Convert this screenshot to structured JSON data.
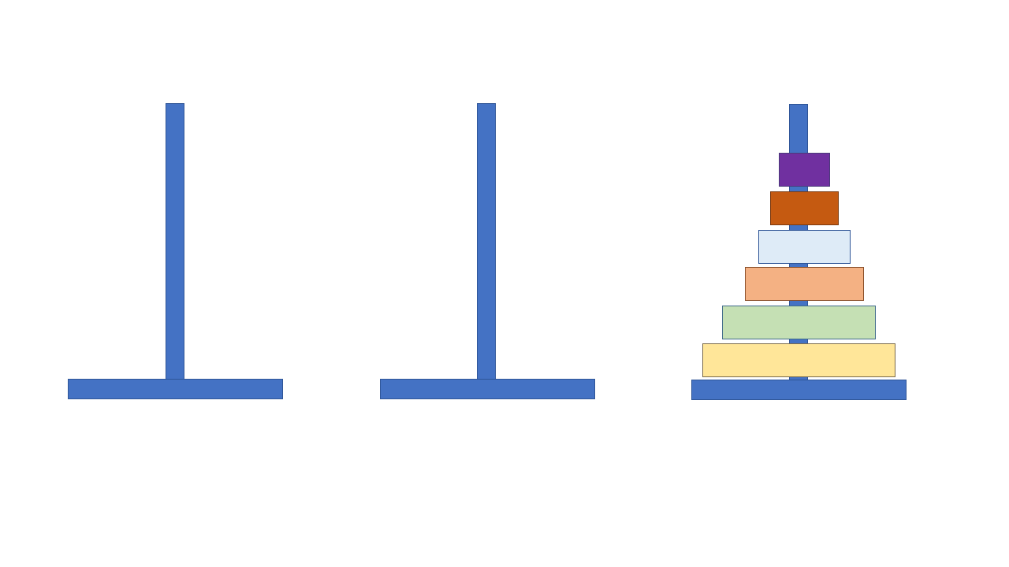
{
  "colors": {
    "peg": "#4472c4",
    "disk_1": "#7030a0",
    "disk_2": "#c55a11",
    "disk_3": "#deebf7",
    "disk_4": "#f4b183",
    "disk_5": "#c5e0b4",
    "disk_6": "#ffe699"
  },
  "pegs": [
    {
      "id": "left",
      "disks": []
    },
    {
      "id": "middle",
      "disks": []
    },
    {
      "id": "right",
      "disks": [
        1,
        2,
        3,
        4,
        5,
        6
      ]
    }
  ],
  "disk_count": 6
}
